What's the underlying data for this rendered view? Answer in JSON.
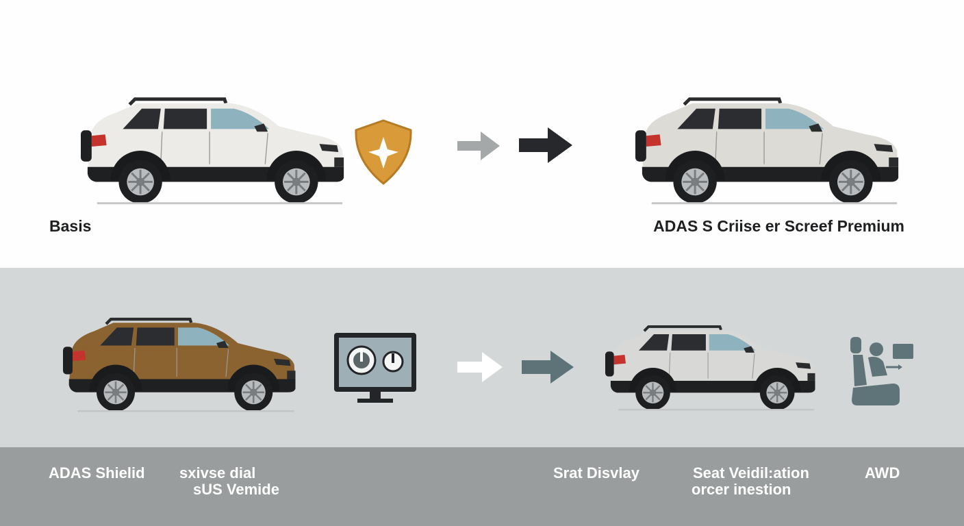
{
  "top_row": {
    "left_label": "Basis",
    "right_label": "ADAS S Criise er Screef Premium",
    "left_car_color": "#ecebe8",
    "right_car_color": "#dddbd6",
    "shield_color": "#d99a3a"
  },
  "bottom_row": {
    "left_car_color": "#8b6330",
    "right_car_color": "#d8d8d6",
    "labels": {
      "adas_shield": "ADAS Shielid",
      "dial_line1": "sxivse dial",
      "dial_line2": "sUS Vemide",
      "display": "Srat Disvlay",
      "seat_line1": "Seat Veidil:ation",
      "seat_line2": "orcer inestion",
      "awd": "AWD"
    }
  },
  "icons": {
    "shield": "shield-icon",
    "monitor": "monitor-dials-icon",
    "seat": "seat-ventilation-icon",
    "arrows": "arrow-right-icon"
  }
}
